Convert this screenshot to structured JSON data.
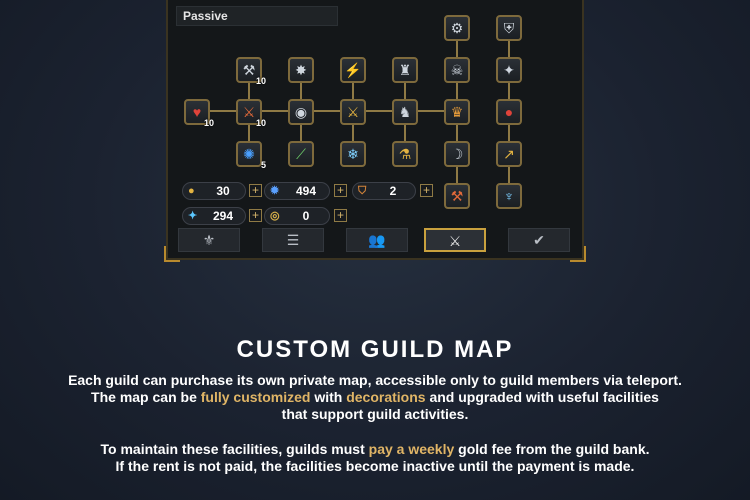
{
  "panel": {
    "section_label": "Passive",
    "nodes": [
      {
        "icon": "gear-icon",
        "glyph": "⚙",
        "level": ""
      },
      {
        "icon": "shield-icon",
        "glyph": "⛨",
        "level": ""
      },
      {
        "icon": "mace-icon",
        "glyph": "⚒",
        "level": "10"
      },
      {
        "icon": "claw-icon",
        "glyph": "✸",
        "level": ""
      },
      {
        "icon": "lightning-sword-icon",
        "glyph": "⚡",
        "level": ""
      },
      {
        "icon": "crest-icon",
        "glyph": "♜",
        "level": ""
      },
      {
        "icon": "skull-icon",
        "glyph": "☠",
        "level": ""
      },
      {
        "icon": "fire-sword-icon",
        "glyph": "✦",
        "level": ""
      },
      {
        "icon": "heart-icon",
        "glyph": "♥",
        "level": "10"
      },
      {
        "icon": "crossed-swords-icon",
        "glyph": "⚔",
        "level": "10"
      },
      {
        "icon": "round-shield-icon",
        "glyph": "◉",
        "level": ""
      },
      {
        "icon": "sword-slash-icon",
        "glyph": "⚔",
        "level": ""
      },
      {
        "icon": "helmet-icon",
        "glyph": "♞",
        "level": ""
      },
      {
        "icon": "armor-icon",
        "glyph": "♛",
        "level": ""
      },
      {
        "icon": "fire-orb-icon",
        "glyph": "●",
        "level": ""
      },
      {
        "icon": "blue-flame-icon",
        "glyph": "✺",
        "level": "5"
      },
      {
        "icon": "green-blade-icon",
        "glyph": "⟋",
        "level": ""
      },
      {
        "icon": "ice-sword-icon",
        "glyph": "❄",
        "level": ""
      },
      {
        "icon": "potion-icon",
        "glyph": "⚗",
        "level": ""
      },
      {
        "icon": "bow-icon",
        "glyph": "☽",
        "level": ""
      },
      {
        "icon": "spear-icon",
        "glyph": "↗",
        "level": ""
      },
      {
        "icon": "hammer-icon",
        "glyph": "⚒",
        "level": ""
      },
      {
        "icon": "totem-icon",
        "glyph": "♆",
        "level": ""
      }
    ],
    "resources": [
      {
        "icon": "gold-drop-icon",
        "glyph": "●",
        "color": "#e3b341",
        "value": "30"
      },
      {
        "icon": "blue-gem-icon",
        "glyph": "✹",
        "color": "#5aa0ff",
        "value": "494"
      },
      {
        "icon": "bronze-shield-icon",
        "glyph": "⛉",
        "color": "#d1833a",
        "value": "2"
      },
      {
        "icon": "crystal-icon",
        "glyph": "✦",
        "color": "#5cc8ff",
        "value": "294"
      },
      {
        "icon": "coin-icon",
        "glyph": "◎",
        "color": "#d9b24a",
        "value": "0"
      }
    ],
    "plus_label": "+",
    "tabs": [
      {
        "icon": "guild-emblem-icon",
        "glyph": "⚜"
      },
      {
        "icon": "list-icon",
        "glyph": "☰"
      },
      {
        "icon": "members-icon",
        "glyph": "👥"
      },
      {
        "icon": "swords-icon",
        "glyph": "⚔"
      },
      {
        "icon": "badge-check-icon",
        "glyph": "✔"
      }
    ]
  },
  "info": {
    "title": "CUSTOM GUILD MAP",
    "p1": {
      "l1": "Each guild can purchase its own private map, accessible only to guild members via teleport.",
      "l2_a": "The map can be ",
      "l2_hl1": "fully customized",
      "l2_b": " with ",
      "l2_hl2": "decorations",
      "l2_c": " and upgraded with useful facilities",
      "l3": "that support guild activities."
    },
    "p2": {
      "l1_a": "To maintain these facilities, guilds must ",
      "l1_hl": "pay a weekly",
      "l1_b": " gold fee from the guild bank.",
      "l2": "If the rent is not paid, the facilities become inactive until the payment is made."
    }
  },
  "colors": {
    "accent_gold": "#e0b566",
    "frame_gold": "#8f7a45"
  }
}
